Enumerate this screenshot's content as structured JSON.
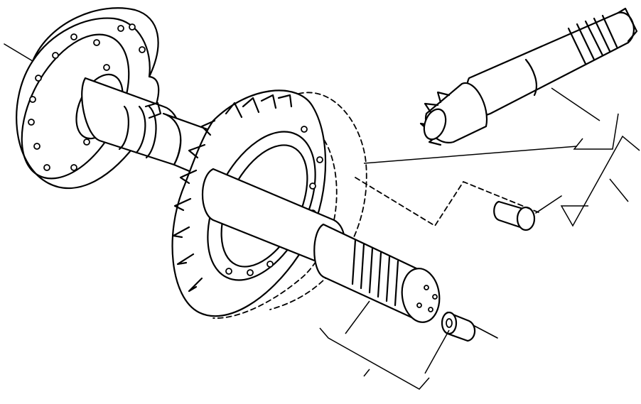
{
  "figure": {
    "parts": [
      {
        "id": "flange_shaft",
        "icon": "flanged-axle-shaft-icon"
      },
      {
        "id": "ring_gear",
        "icon": "ring-gear-icon"
      },
      {
        "id": "pinion_shaft",
        "icon": "pinion-shaft-icon"
      },
      {
        "id": "rivet_pin",
        "icon": "rivet-pin-icon"
      },
      {
        "id": "bushing",
        "icon": "bushing-icon"
      }
    ],
    "line_color": "#000000",
    "background": "#ffffff"
  }
}
